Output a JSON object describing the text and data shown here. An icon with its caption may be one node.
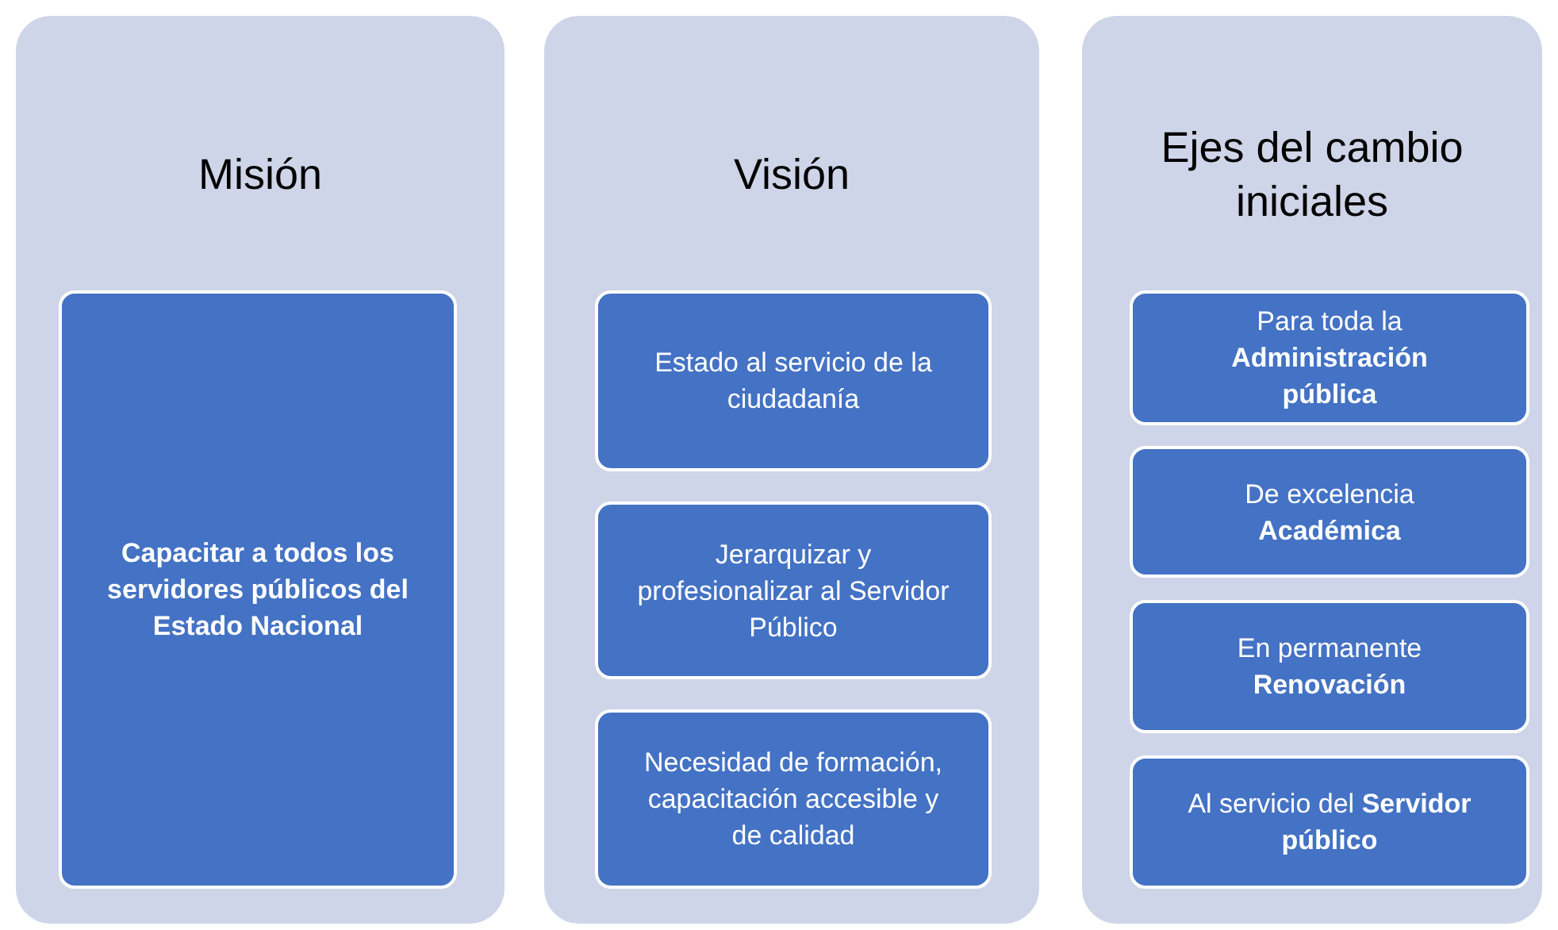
{
  "diagram": {
    "nodes": [
      {
        "text": [
          "Misión"
        ]
      },
      {
        "text": [
          "Capacitar a todos los servidores públicos del Estado Nacional"
        ],
        "in": 0
      },
      {
        "text": [
          "Visión"
        ]
      },
      {
        "text": [
          "Estado al servicio de la ciudadanía"
        ],
        "in": 2
      },
      {
        "text": [
          "Jerarquizar y profesionalizar al Servidor Público"
        ],
        "in": 2
      },
      {
        "text": [
          "Necesidad de formación, capacitación accesible y de calidad"
        ],
        "in": 2
      },
      {
        "text": [
          "Ejes del cambio iniciales"
        ]
      },
      {
        "text": [
          "Para toda la **Administración pública**"
        ],
        "in": 6
      },
      {
        "text": [
          "De excelencia **Académica**"
        ],
        "in": 6
      },
      {
        "text": [
          "En permanente **Renovación**"
        ],
        "in": 6
      },
      {
        "text": [
          "Al servicio del **Servidor público**"
        ],
        "in": 6
      }
    ]
  }
}
